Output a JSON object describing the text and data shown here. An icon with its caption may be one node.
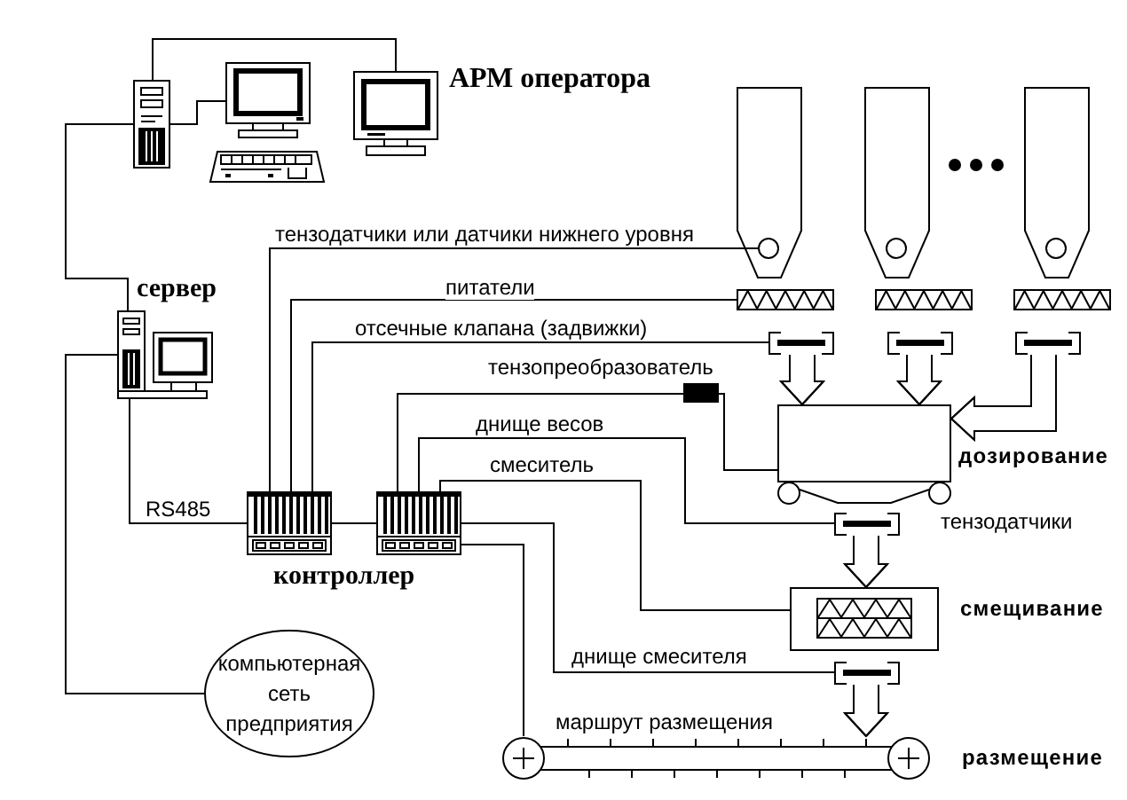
{
  "diagram": {
    "nodes": [
      {
        "text": [],
        "shape": "picture"
      },
      {
        "text": [],
        "shape": "picture"
      },
      {
        "text": [],
        "shape": "picture",
        "beside": [
          "АРМ оператора"
        ]
      },
      {
        "text": [],
        "shape": "picture",
        "beside": [
          "сервер"
        ]
      },
      {
        "text": [],
        "shape": "hopper"
      },
      {
        "text": [],
        "shape": "circle",
        "in": 4
      },
      {
        "text": [],
        "shape": "hopper"
      },
      {
        "text": [],
        "shape": "circle",
        "in": 6
      },
      {
        "text": [],
        "shape": "hopper"
      },
      {
        "text": [],
        "shape": "circle",
        "in": 8
      },
      {
        "text": [],
        "shape": "screw"
      },
      {
        "text": [],
        "shape": "screw"
      },
      {
        "text": [],
        "shape": "screw"
      },
      {
        "text": [],
        "shape": "valve"
      },
      {
        "text": [],
        "shape": "valve"
      },
      {
        "text": [],
        "shape": "valve"
      },
      {
        "text": [],
        "shape": "picture"
      },
      {
        "text": [],
        "shape": "picture"
      },
      {
        "text": [
          "компьютерная сеть предприятия"
        ]
      },
      {
        "text": [],
        "shape": "box"
      },
      {
        "text": [],
        "shape": "box",
        "beside": [
          "дозирование",
          "тензодатчики"
        ]
      },
      {
        "text": [],
        "shape": "valve"
      },
      {
        "text": [],
        "shape": "box",
        "beside": [
          "смещивание"
        ]
      },
      {
        "text": [],
        "shape": "valve"
      },
      {
        "text": [],
        "shape": "conveyor",
        "beside": [
          "маршрут размещения",
          "размещение"
        ]
      }
    ],
    "edges": [
      {
        "from": 0,
        "to": 1,
        "arrow": "none"
      },
      {
        "from": 0,
        "to": 2,
        "arrow": "none"
      },
      {
        "from": 0,
        "to": 3,
        "arrow": "none"
      },
      {
        "from": 3,
        "to": 18,
        "arrow": "none"
      },
      {
        "from": 3,
        "to": 16,
        "arrow": "none",
        "label": "RS485"
      },
      {
        "from": 16,
        "to": 17,
        "arrow": "none"
      },
      {
        "from": 16,
        "to": 5,
        "arrow": "none",
        "label": "тензодатчики или датчики нижнего уровня"
      },
      {
        "from": 16,
        "to": 10,
        "arrow": "none",
        "label": "питатели"
      },
      {
        "from": 16,
        "to": 13,
        "arrow": "none",
        "label": "отсечные клапана (задвижки)"
      },
      {
        "from": 17,
        "to": 19,
        "arrow": "none",
        "label": "тензопреобразователь"
      },
      {
        "from": 19,
        "to": 20,
        "arrow": "none"
      },
      {
        "from": 17,
        "to": 21,
        "arrow": "none",
        "label": "днище весов"
      },
      {
        "from": 17,
        "to": 22,
        "arrow": "none",
        "label": "смеситель"
      },
      {
        "from": 17,
        "to": 23,
        "arrow": "none",
        "label": "днище смесителя"
      },
      {
        "from": 17,
        "to": 24,
        "arrow": "none"
      },
      {
        "from": 13,
        "to": 20,
        "arrow": "to"
      },
      {
        "from": 14,
        "to": 20,
        "arrow": "to"
      },
      {
        "from": 15,
        "to": 20,
        "arrow": "to"
      },
      {
        "from": 21,
        "to": 22,
        "arrow": "to"
      },
      {
        "from": 23,
        "to": 24,
        "arrow": "to"
      }
    ],
    "labels": [
      "контроллер"
    ]
  }
}
